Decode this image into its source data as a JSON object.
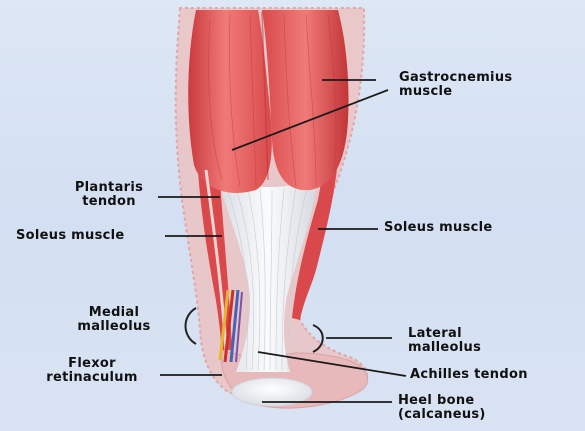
{
  "labels": {
    "gastrocnemius_line1": "Gastrocnemius",
    "gastrocnemius_line2": "muscle",
    "plantaris_line1": "Plantaris",
    "plantaris_line2": "tendon",
    "soleus_left": "Soleus muscle",
    "soleus_right": "Soleus muscle",
    "medial_line1": "Medial",
    "medial_line2": "malleolus",
    "lateral_line1": "Lateral",
    "lateral_line2": "malleolus",
    "flexor_line1": "Flexor",
    "flexor_line2": "retinaculum",
    "achilles": "Achilles tendon",
    "heel_line1": "Heel bone",
    "heel_line2": "(calcaneus)"
  },
  "colors": {
    "background": "#d8e4f4",
    "muscle": "#e25556",
    "muscle_dark": "#c93b3e",
    "tendon": "#f1f3f5",
    "skin_outline": "#e7a9a8",
    "bone": "#e9ecf0"
  }
}
